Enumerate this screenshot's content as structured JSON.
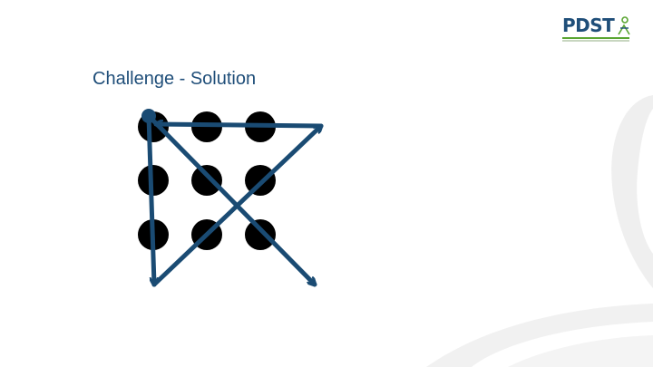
{
  "slide": {
    "title": "Challenge - Solution"
  },
  "logo": {
    "text": "PDST",
    "icon": "pdst-figure-icon"
  },
  "puzzle": {
    "dot_grid": {
      "rows": 3,
      "cols": 3
    },
    "line_count": 4,
    "colors": {
      "dot": "#000000",
      "line": "#1a4b73",
      "title": "#1f4e79",
      "logo_text": "#1f4e79",
      "logo_accent": "#5aa532",
      "watermark": "#eeeeee"
    }
  }
}
